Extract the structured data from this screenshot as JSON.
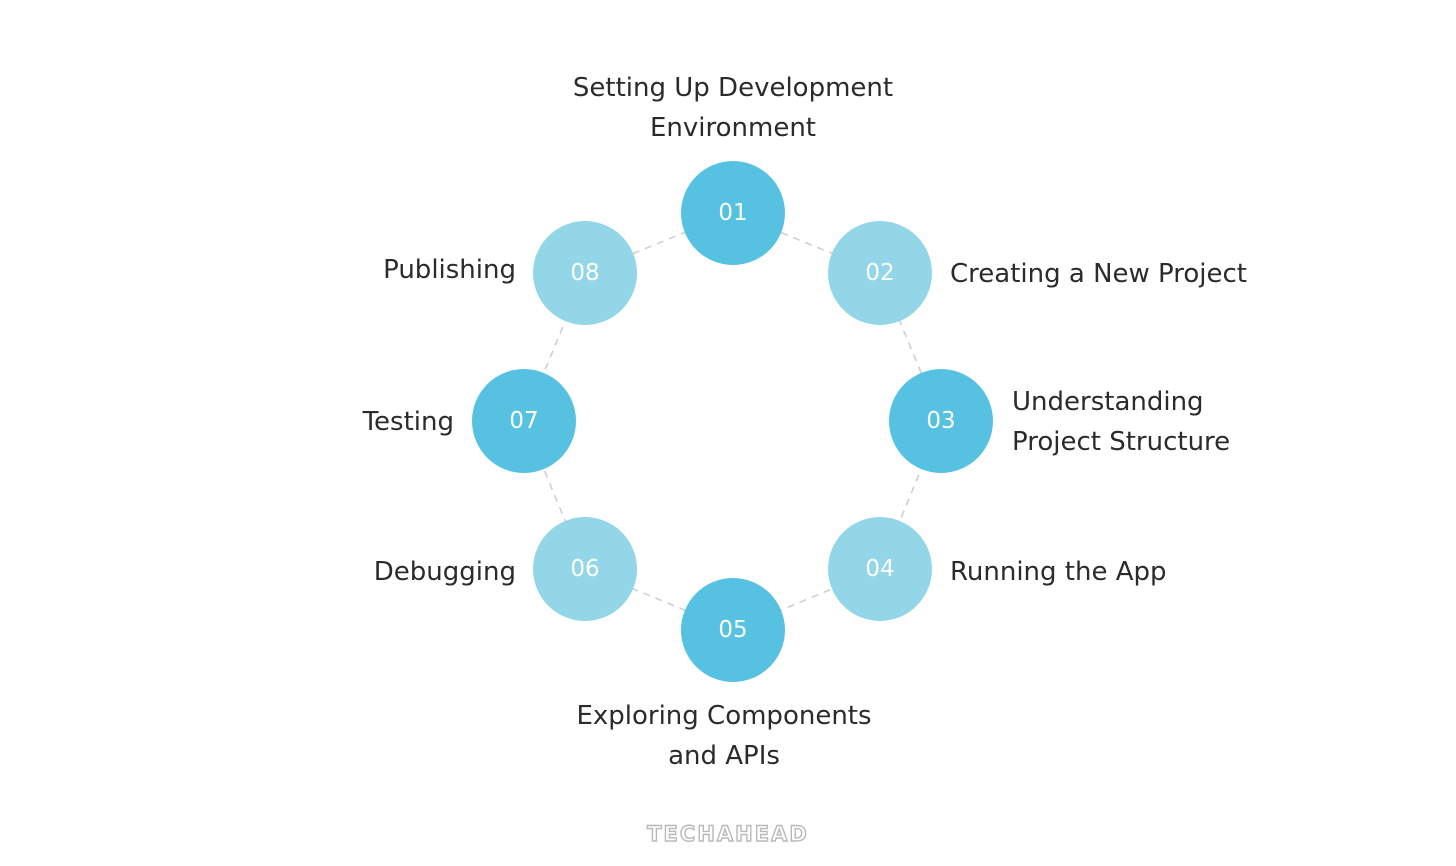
{
  "steps": [
    {
      "number": "01",
      "title_lines": [
        "Setting Up Development",
        "Environment"
      ],
      "color": "#56c1e0"
    },
    {
      "number": "02",
      "title_lines": [
        "Creating a New Project"
      ],
      "color": "#92d6e8"
    },
    {
      "number": "03",
      "title_lines": [
        "Understanding",
        "Project Structure"
      ],
      "color": "#56c1e0"
    },
    {
      "number": "04",
      "title_lines": [
        "Running the App"
      ],
      "color": "#92d6e8"
    },
    {
      "number": "05",
      "title_lines": [
        "Exploring Components",
        "and APIs"
      ],
      "color": "#56c1e0"
    },
    {
      "number": "06",
      "title_lines": [
        "Debugging"
      ],
      "color": "#92d6e8"
    },
    {
      "number": "07",
      "title_lines": [
        "Testing"
      ],
      "color": "#56c1e0"
    },
    {
      "number": "08",
      "title_lines": [
        "Publishing"
      ],
      "color": "#92d6e8"
    }
  ],
  "ring_color": "#cfcfcf",
  "logo": "TECHAHEAD"
}
